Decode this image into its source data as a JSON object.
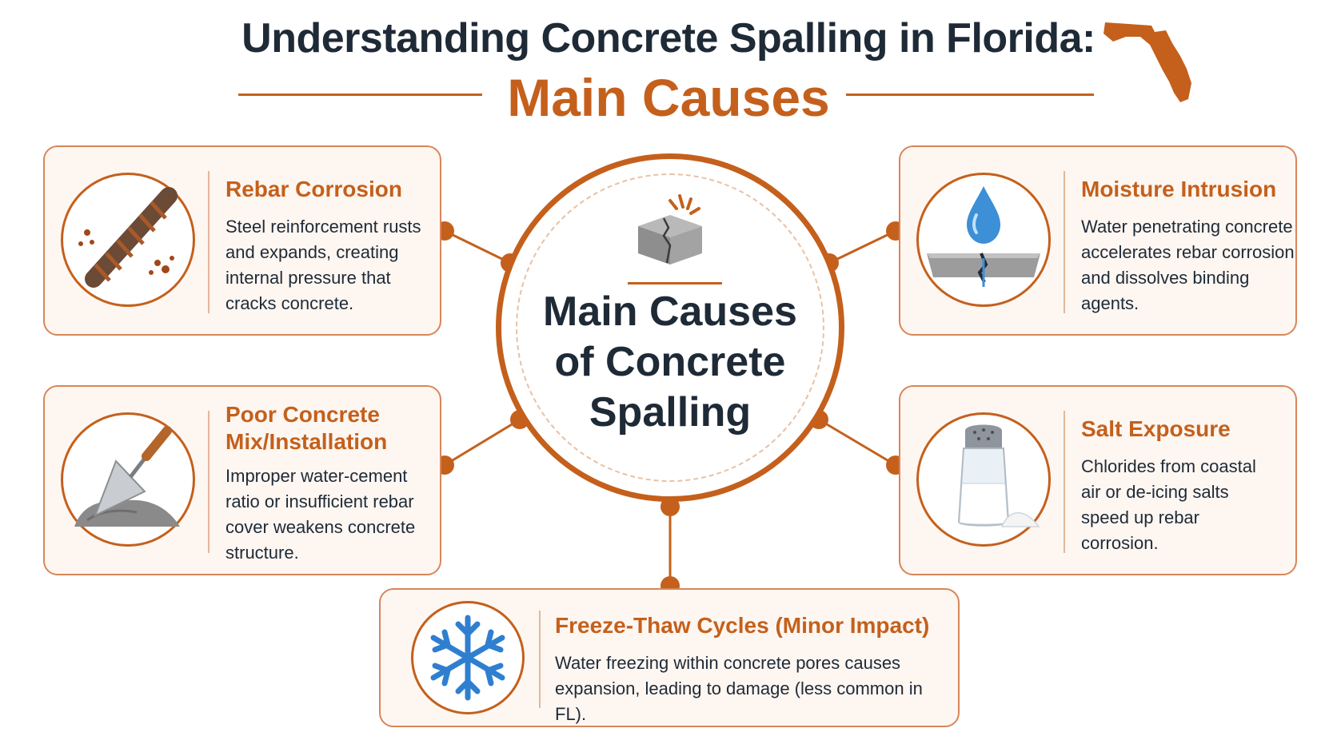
{
  "header": {
    "title": "Understanding Concrete Spalling in Florida:",
    "subtitle": "Main Causes"
  },
  "center": {
    "title_lines": [
      "Main Causes",
      "of Concrete",
      "Spalling"
    ]
  },
  "causes": [
    {
      "title_lines": [
        "Rebar Corrosion"
      ],
      "description_lines": [
        "Steel reinforcement rusts",
        "and expands, creating",
        "internal pressure that",
        "cracks concrete."
      ],
      "icon": "rusty-rebar-icon"
    },
    {
      "title_lines": [
        "Moisture Intrusion"
      ],
      "description_lines": [
        "Water penetrating concrete",
        "accelerates rebar corrosion",
        "and dissolves binding",
        "agents."
      ],
      "icon": "water-drop-icon"
    },
    {
      "title_lines": [
        "Poor Concrete",
        "Mix/Installation"
      ],
      "description_lines": [
        "Improper water-cement",
        "ratio or insufficient rebar",
        "cover weakens concrete",
        "structure."
      ],
      "icon": "trowel-icon"
    },
    {
      "title_lines": [
        "Salt Exposure"
      ],
      "description_lines": [
        "Chlorides from coastal",
        "air or de-icing salts",
        "speed up rebar",
        "corrosion."
      ],
      "icon": "salt-shaker-icon"
    },
    {
      "title_lines": [
        "Freeze-Thaw Cycles (Minor Impact)"
      ],
      "description_lines": [
        "Water freezing within concrete pores causes",
        "expansion, leading to damage (less common in FL)."
      ],
      "icon": "snowflake-icon"
    }
  ],
  "colors": {
    "accent": "#c4601c",
    "text": "#1f2a37",
    "card_bg": "#fdf6f1",
    "card_border": "#d8865a"
  }
}
